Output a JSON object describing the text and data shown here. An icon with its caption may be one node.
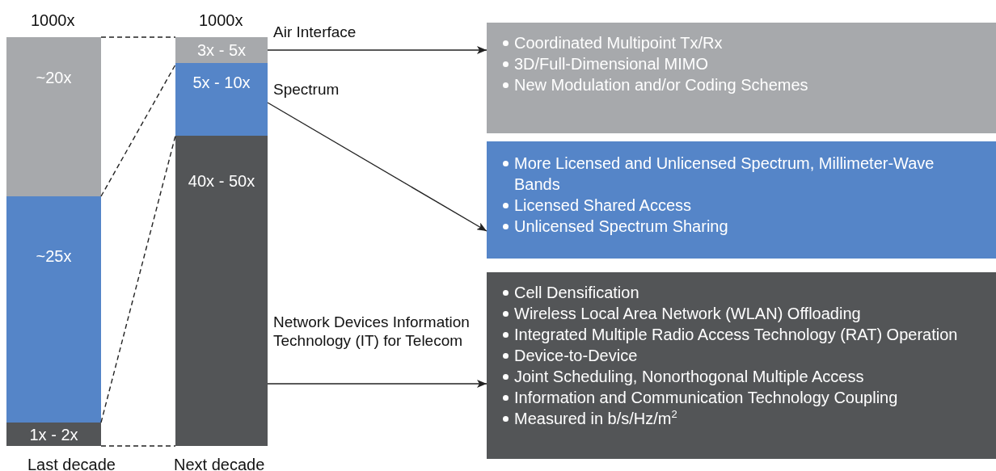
{
  "diagram": {
    "nodes": [
      {
        "text": [
          "~20x"
        ]
      },
      {
        "text": [
          "~25x"
        ]
      },
      {
        "text": [
          "1x - 2x"
        ]
      },
      {
        "text": [
          "3x - 5x"
        ]
      },
      {
        "text": [
          "5x - 10x"
        ]
      },
      {
        "text": [
          "40x - 50x"
        ]
      },
      {
        "text": [
          "Coordinated Multipoint Tx/Rx",
          "3D/Full-Dimensional MIMO",
          "New Modulation and/or Coding Schemes"
        ]
      },
      {
        "text": [
          "More Licensed and Unlicensed Spectrum, Millimeter-Wave Bands",
          "Licensed Shared Access",
          "Unlicensed Spectrum Sharing"
        ]
      },
      {
        "text": [
          "Cell Densification",
          "Wireless Local Area Network (WLAN) Offloading",
          "Integrated Multiple Radio Access Technology (RAT) Operation",
          "Device-to-Device",
          "Joint Scheduling, Nonorthogonal Multiple Access",
          "Information and Communication Technology Coupling",
          "Measured in b/s/Hz/m$^{2}$"
        ]
      }
    ],
    "edges": [
      {
        "from": 0,
        "to": 3,
        "arrow": "none",
        "style": "dashed"
      },
      {
        "from": 1,
        "to": 4,
        "arrow": "none",
        "style": "dashed"
      },
      {
        "from": 2,
        "to": 5,
        "arrow": "none",
        "style": "dashed"
      },
      {
        "from": 2,
        "to": 5,
        "arrow": "none",
        "style": "dashed"
      },
      {
        "from": 3,
        "to": 6,
        "arrow": "to",
        "label": "Air Interface"
      },
      {
        "from": 4,
        "to": 7,
        "arrow": "to",
        "label": "Spectrum"
      },
      {
        "from": 5,
        "to": 8,
        "arrow": "to",
        "label": "Network Devices Information Technology (IT) for Telecom"
      }
    ],
    "labels": [
      "1000x",
      "1000x",
      "Last decade",
      "Next decade"
    ]
  }
}
